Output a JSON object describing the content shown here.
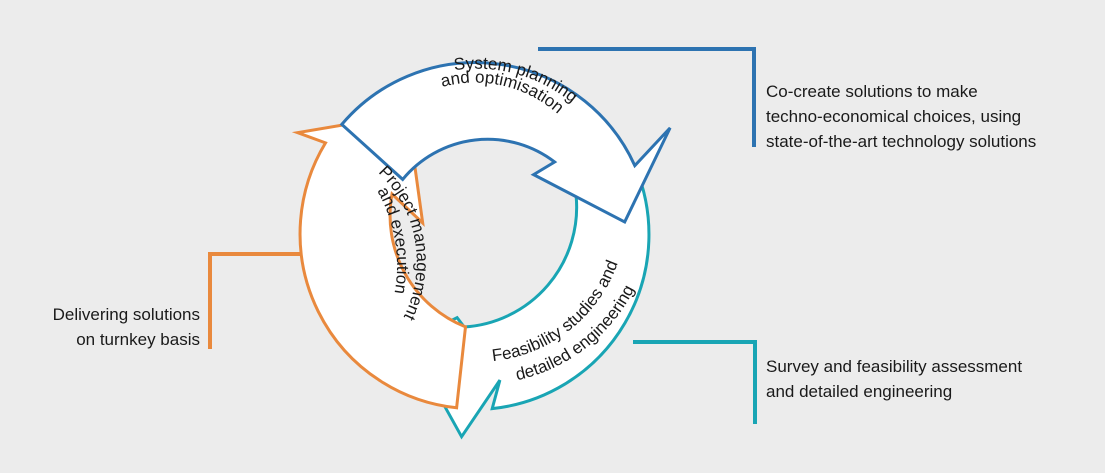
{
  "colors": {
    "background": "#ececec",
    "planning": "#2d73b1",
    "feasibility": "#19a5b4",
    "project": "#e9893d",
    "arrow_fill": "#ffffff"
  },
  "stages": {
    "planning": {
      "line1": "System planning",
      "line2": "and optimisation"
    },
    "feasibility": {
      "line1": "Feasibility studies and",
      "line2": "detailed engineering"
    },
    "project": {
      "line1": "Project management",
      "line2": "and execution"
    }
  },
  "notes": {
    "planning": {
      "lines": [
        "Co-create solutions to make",
        "techno-economical choices, using",
        "state-of-the-art technology solutions"
      ]
    },
    "feasibility": {
      "lines": [
        "Survey and feasibility assessment",
        "and detailed engineering"
      ]
    },
    "project": {
      "lines": [
        "Delivering solutions",
        "on turnkey basis"
      ]
    }
  }
}
